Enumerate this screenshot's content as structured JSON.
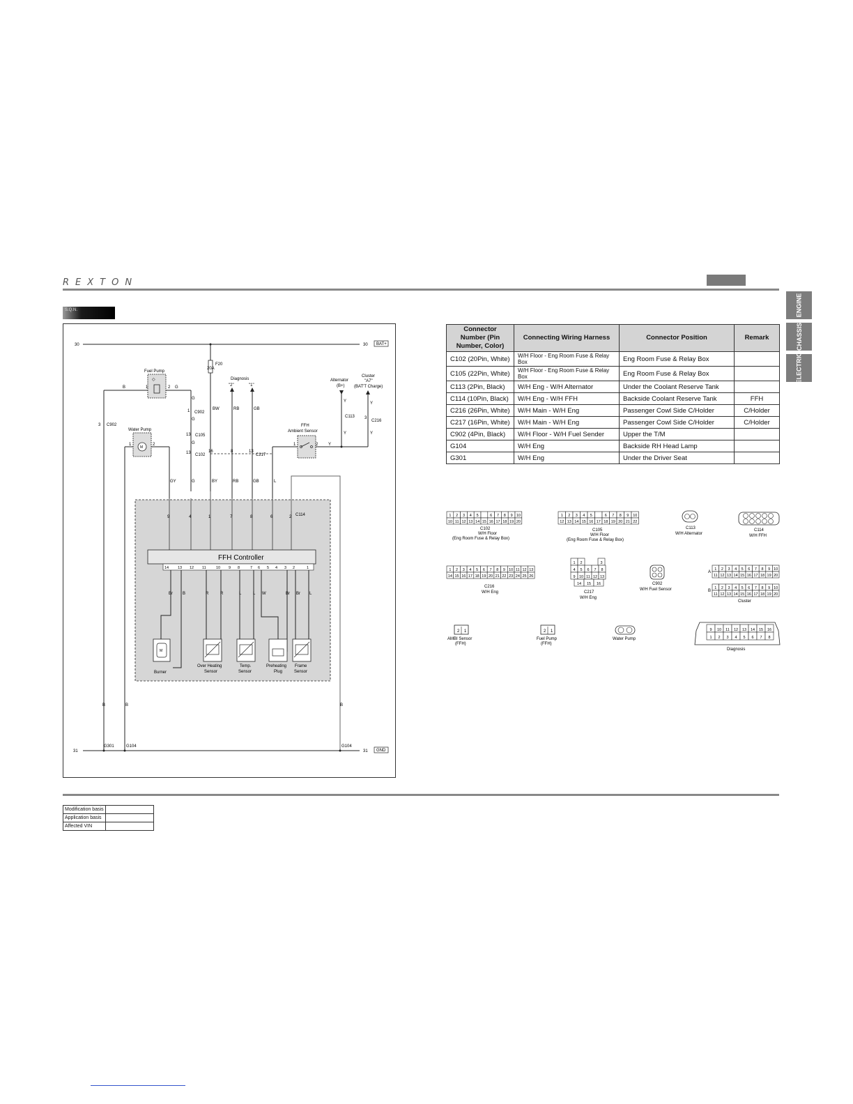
{
  "header": {
    "logo_text": "REXTON",
    "section_label": "S.Q.N."
  },
  "side_tabs": [
    "ENGINE",
    "CHASSIS",
    "ELECTRIC"
  ],
  "diagram": {
    "rails": {
      "top_left": "30",
      "top_right": "30",
      "top_tag": "BAT+",
      "bottom_left": "31",
      "bottom_right": "31",
      "bottom_tag": "GND"
    },
    "fuse": {
      "name": "F20",
      "rating": "20A"
    },
    "components": {
      "fuel_pump": "Fuel Pump",
      "water_pump": "Water Pump",
      "diagnosis": "Diagnosis",
      "diag_pin2": "\"2\"",
      "diag_pin1": "\"1\"",
      "alternator": "Alternator",
      "alternator_b": "(B+)",
      "cluster": "Cluster",
      "cluster_a7": "\"A7\"",
      "cluster_charge": "(BAT'T Charge)",
      "ffh_sensor_1": "FFH",
      "ffh_sensor_2": "Ambient Sensor",
      "controller": "FFH Controller",
      "burner": "Burner",
      "over_heating_1": "Over Heating",
      "over_heating_2": "Sensor",
      "temp_1": "Temp.",
      "temp_2": "Sensor",
      "preheating_1": "Preheating",
      "preheating_2": "Plug",
      "frame_1": "Frame",
      "frame_2": "Sensor",
      "motor_symbol": "M"
    },
    "connectors": {
      "c902": "C902",
      "c105": "C105",
      "c102": "C102",
      "c217": "C217",
      "c113": "C113",
      "c216": "C216",
      "c114": "C114",
      "g301": "G301",
      "g104a": "G104",
      "g104b": "G104"
    },
    "wire_colors": {
      "b": "B",
      "g": "G",
      "bw": "BW",
      "rb": "RB",
      "gb": "GB",
      "y": "Y",
      "gy": "GY",
      "by": "BY",
      "l": "L",
      "br": "Br",
      "r": "R",
      "w": "W"
    },
    "pins_top": [
      "9",
      "4",
      "1",
      "7",
      "8",
      "6",
      "2"
    ],
    "pins_bottom": [
      "14",
      "13",
      "12",
      "11",
      "10",
      "9",
      "8",
      "7",
      "6",
      "5",
      "4",
      "3",
      "2",
      "1"
    ],
    "pin_labels": {
      "p1": "1",
      "p2": "2",
      "p3": "3",
      "p4": "4",
      "p5": "5",
      "p8": "8",
      "p13": "13",
      "p16": "16"
    }
  },
  "connector_table": {
    "headers": [
      "Connector Number (Pin Number, Color)",
      "Connecting Wiring Harness",
      "Connector Position",
      "Remark"
    ],
    "rows": [
      [
        "C102 (20Pin, White)",
        "W/H Floor - Eng Room Fuse & Relay Box",
        "Eng Room Fuse & Relay Box",
        ""
      ],
      [
        "C105 (22Pin, White)",
        "W/H Floor - Eng Room Fuse & Relay Box",
        "Eng Room Fuse & Relay Box",
        ""
      ],
      [
        "C113 (2Pin, Black)",
        "W/H Eng - W/H Alternator",
        "Under the Coolant Reserve Tank",
        ""
      ],
      [
        "C114 (10Pin, Black)",
        "W/H Eng - W/H FFH",
        "Backside Coolant Reserve Tank",
        "FFH"
      ],
      [
        "C216 (26Pin, White)",
        "W/H Main - W/H Eng",
        "Passenger Cowl Side C/Holder",
        "C/Holder"
      ],
      [
        "C217 (16Pin, White)",
        "W/H Main - W/H Eng",
        "Passenger Cowl Side C/Holder",
        "C/Holder"
      ],
      [
        "C902 (4Pin, Black)",
        "W/H Floor - W/H Fuel Sender",
        "Upper the T/M",
        ""
      ],
      [
        "G104",
        "W/H Eng",
        "Backside RH Head Lamp",
        ""
      ],
      [
        "G301",
        "W/H Eng",
        "Under the Driver Seat",
        ""
      ]
    ]
  },
  "connector_views": {
    "c102": {
      "name": "C102",
      "sub": "W/H Floor",
      "sub2": "(Eng Room Fuse & Relay Box)"
    },
    "c105": {
      "name": "C105",
      "sub": "W/H Floor",
      "sub2": "(Eng Room Fuse & Relay Box)"
    },
    "c113": {
      "name": "C113",
      "sub": "W/H Alternator"
    },
    "c114": {
      "name": "C114",
      "sub": "W/H FFH"
    },
    "c216": {
      "name": "C216",
      "sub": "W/H Eng"
    },
    "c217": {
      "name": "C217",
      "sub": "W/H Eng"
    },
    "c902": {
      "name": "C902",
      "sub": "W/H Fuel Sensor"
    },
    "cluster": {
      "name": "Cluster",
      "row_a": "A",
      "row_b": "B"
    },
    "ambi": {
      "name": "AMBI Sensor",
      "sub": "(FFH)"
    },
    "fuel_pump": {
      "name": "Fuel Pump",
      "sub": "(FFH)"
    },
    "water_pump": {
      "name": "Water Pump"
    },
    "diagnosis": {
      "name": "Diagnosis"
    }
  },
  "info_table": {
    "rows": [
      "Modification basis",
      "Application basis",
      "Affected VIN"
    ]
  }
}
